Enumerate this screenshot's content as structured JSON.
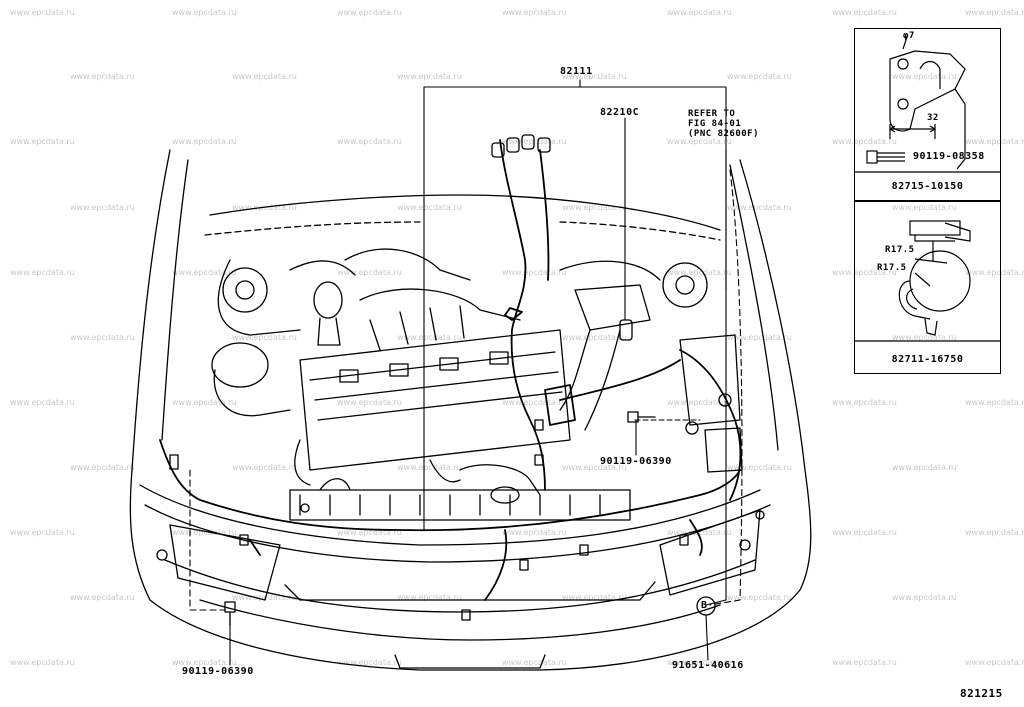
{
  "watermark": "www.epcdata.ru",
  "diagram_id": "821215",
  "callouts": {
    "harness_main": "82111",
    "harness_sub": "82210C",
    "refer_line1": "REFER TO",
    "refer_line2": "FIG 84-01",
    "refer_line3": "(PNC 82600F)",
    "bolt_right": "90119-06390",
    "bolt_left": "90119-06390",
    "connector_b": "91651-40616",
    "connector_b_letter": "B"
  },
  "insets": [
    {
      "caption": "82715-10150",
      "part_label": "90119-08358",
      "dim_phi": "φ7",
      "dim_32": "32"
    },
    {
      "caption": "82711-16750",
      "dim_r1": "R17.5",
      "dim_r2": "R17.5"
    }
  ]
}
